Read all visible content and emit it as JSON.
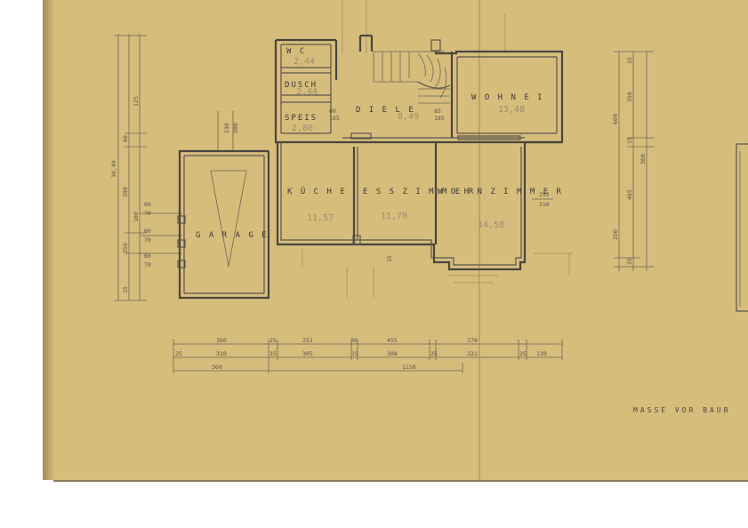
{
  "rooms": {
    "wc": {
      "label": "W C",
      "area": "2,44"
    },
    "dusche": {
      "label": "DUSCH",
      "area": "2,44"
    },
    "speis": {
      "label": "SPEIS",
      "area": "2,80"
    },
    "diele": {
      "label": "D I E L E",
      "area": "8,49"
    },
    "wohnei": {
      "label": "W O H N E I",
      "area": "13,48"
    },
    "kueche": {
      "label": "K Ü C H E",
      "area": "11,57"
    },
    "esszimmer": {
      "label": "E S S Z I M M E R",
      "area": "11,70"
    },
    "wohnzimmer": {
      "label": "W O H N Z I M M E R",
      "area": "14,58"
    },
    "garage": {
      "label": "G A R A G E"
    }
  },
  "left_dims": [
    "10,49",
    "380",
    "250",
    "60",
    "125",
    "100",
    "15",
    "60",
    "70",
    "60",
    "70",
    "60",
    "70"
  ],
  "garage_dims": [
    "230",
    "200"
  ],
  "right_dims": [
    "609",
    "350",
    "360",
    "465",
    "250",
    "25",
    "15",
    "15"
  ],
  "bottom_dims": {
    "row1": [
      "360",
      "25",
      "251",
      "30",
      "455",
      "370"
    ],
    "row2": [
      "25",
      "310",
      "15",
      "305",
      "15",
      "308",
      "25",
      "321",
      "25",
      "130"
    ],
    "row3": [
      "360",
      "1150"
    ]
  },
  "small_dims": [
    "216",
    "255",
    "85",
    "185",
    "60",
    "185",
    "15"
  ],
  "note": "MASSE VOR BAUB"
}
